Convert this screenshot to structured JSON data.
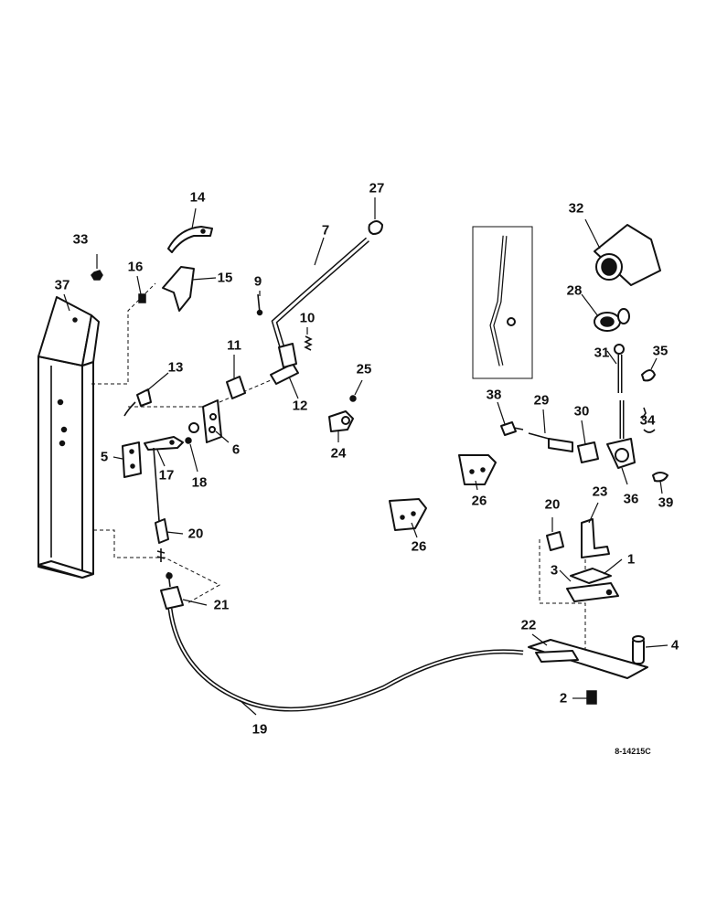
{
  "diagram": {
    "reference_code": "8-14215C",
    "callouts": [
      {
        "id": "c1",
        "label": "1"
      },
      {
        "id": "c2",
        "label": "2"
      },
      {
        "id": "c3",
        "label": "3"
      },
      {
        "id": "c4",
        "label": "4"
      },
      {
        "id": "c5",
        "label": "5"
      },
      {
        "id": "c6",
        "label": "6"
      },
      {
        "id": "c7",
        "label": "7"
      },
      {
        "id": "c9",
        "label": "9"
      },
      {
        "id": "c10",
        "label": "10"
      },
      {
        "id": "c11",
        "label": "11"
      },
      {
        "id": "c12",
        "label": "12"
      },
      {
        "id": "c13",
        "label": "13"
      },
      {
        "id": "c14",
        "label": "14"
      },
      {
        "id": "c15",
        "label": "15"
      },
      {
        "id": "c16",
        "label": "16"
      },
      {
        "id": "c17",
        "label": "17"
      },
      {
        "id": "c18",
        "label": "18"
      },
      {
        "id": "c19",
        "label": "19"
      },
      {
        "id": "c20a",
        "label": "20"
      },
      {
        "id": "c20b",
        "label": "20"
      },
      {
        "id": "c21",
        "label": "21"
      },
      {
        "id": "c22",
        "label": "22"
      },
      {
        "id": "c23",
        "label": "23"
      },
      {
        "id": "c24",
        "label": "24"
      },
      {
        "id": "c25",
        "label": "25"
      },
      {
        "id": "c26a",
        "label": "26"
      },
      {
        "id": "c26b",
        "label": "26"
      },
      {
        "id": "c27",
        "label": "27"
      },
      {
        "id": "c28",
        "label": "28"
      },
      {
        "id": "c29",
        "label": "29"
      },
      {
        "id": "c30",
        "label": "30"
      },
      {
        "id": "c31",
        "label": "31"
      },
      {
        "id": "c32",
        "label": "32"
      },
      {
        "id": "c33",
        "label": "33"
      },
      {
        "id": "c34",
        "label": "34"
      },
      {
        "id": "c35",
        "label": "35"
      },
      {
        "id": "c36",
        "label": "36"
      },
      {
        "id": "c37",
        "label": "37"
      },
      {
        "id": "c38",
        "label": "38"
      },
      {
        "id": "c39",
        "label": "39"
      }
    ]
  }
}
